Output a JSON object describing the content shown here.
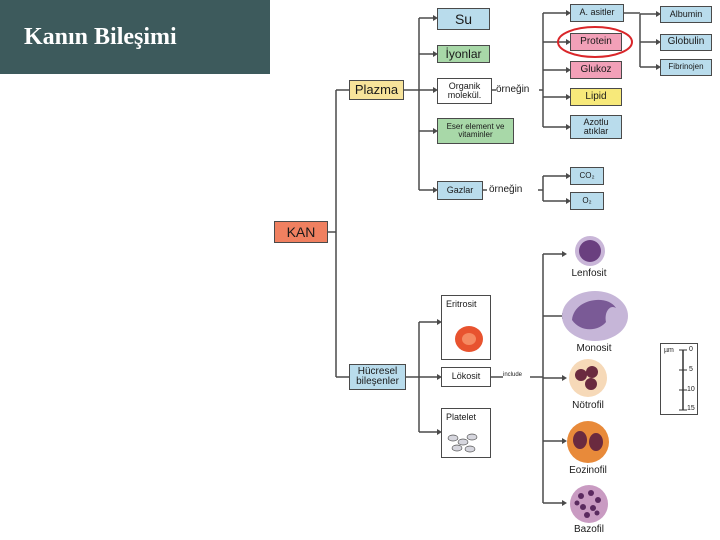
{
  "title": "Kanın Bileşimi",
  "nodes": {
    "kan": "KAN",
    "plazma": "Plazma",
    "hucresel": "Hücresel bileşenler",
    "su": "Su",
    "iyonlar": "İyonlar",
    "organik": "Organik molekül.",
    "eser": "Eser element ve vitaminler",
    "gazlar": "Gazlar",
    "a_asitler": "A. asitler",
    "protein": "Protein",
    "glukoz": "Glukoz",
    "lipid": "Lipid",
    "azotlu": "Azotlu atıklar",
    "albumin": "Albumin",
    "globulin": "Globulin",
    "fibrinojen": "Fibrinojen",
    "co2": "CO₂",
    "o2": "O₂",
    "eritrosit": "Eritrosit",
    "lokosit": "Lökosit",
    "platelet": "Platelet"
  },
  "connectors": {
    "ornegin1": "örneğin",
    "ornegin2": "örneğin",
    "include": "include"
  },
  "leukocytes": [
    "Lenfosit",
    "Monosit",
    "Nötrofil",
    "Eozinofil",
    "Bazofil"
  ],
  "scale": {
    "unit": "µm",
    "ticks": [
      "0",
      "5",
      "10",
      "15"
    ]
  },
  "colors": {
    "title_bg": "#3d5a5c",
    "kan": "#f08060",
    "plazma": "#f7e39a",
    "blue": "#b9dcec",
    "green": "#a8d8a8",
    "pink": "#f2a0b8",
    "yellow": "#f7e97a",
    "highlight": "#d9262a"
  }
}
